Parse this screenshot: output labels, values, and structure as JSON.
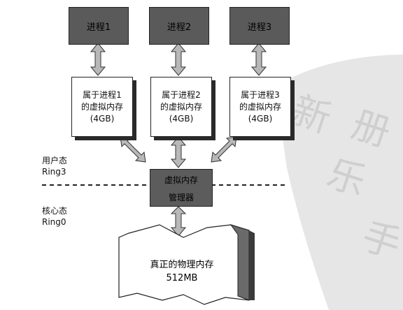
{
  "processes": [
    {
      "label": "进程1"
    },
    {
      "label": "进程2"
    },
    {
      "label": "进程3"
    }
  ],
  "virtual_memories": [
    {
      "line1": "属于进程1",
      "line2": "的虚拟内存",
      "size": "(4GB)"
    },
    {
      "line1": "属于进程2",
      "line2": "的虚拟内存",
      "size": "(4GB)"
    },
    {
      "line1": "属于进程3",
      "line2": "的虚拟内存",
      "size": "(4GB)"
    }
  ],
  "user_mode": {
    "title": "用户态",
    "ring": "Ring3"
  },
  "kernel_mode": {
    "title": "核心态",
    "ring": "Ring0"
  },
  "manager": {
    "line1": "虚拟内存",
    "line2": "管理器"
  },
  "physical": {
    "line1": "真正的物理内存",
    "line2": "512MB"
  },
  "watermark": {
    "glyphs": [
      "新",
      "乐",
      "手",
      "册"
    ]
  },
  "colors": {
    "dark_box": "#5a5a5a",
    "arrow": "#b8b8b8",
    "outline": "#222222"
  }
}
